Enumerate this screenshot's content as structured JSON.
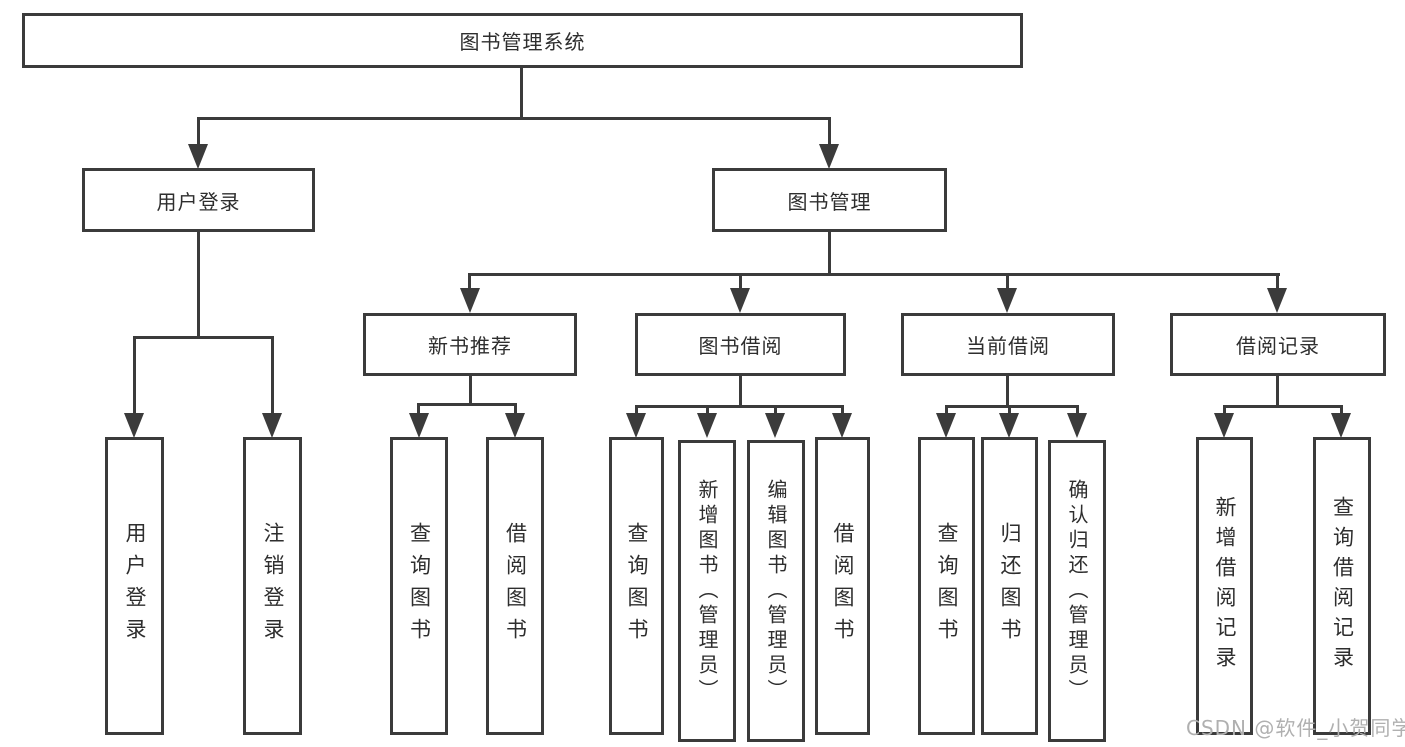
{
  "title": "图书管理系统",
  "level2": [
    {
      "label": "用户登录"
    },
    {
      "label": "图书管理"
    }
  ],
  "level3": [
    {
      "label": "新书推荐"
    },
    {
      "label": "图书借阅"
    },
    {
      "label": "当前借阅"
    },
    {
      "label": "借阅记录"
    }
  ],
  "leaves": {
    "user": [
      "用户登录",
      "注销登录"
    ],
    "recommend": [
      "查询图书",
      "借阅图书"
    ],
    "borrow": [
      "查询图书",
      "新增图书（管理员）",
      "编辑图书（管理员）",
      "借阅图书"
    ],
    "current": [
      "查询图书",
      "归还图书",
      "确认归还（管理员）"
    ],
    "records": [
      "新增借阅记录",
      "查询借阅记录"
    ]
  },
  "watermark": "CSDN @软件_小贺同学",
  "colors": {
    "line": "#3b3b3b",
    "text": "#2e2e2e",
    "background": "#ffffff",
    "watermark": "#b0b0b0"
  }
}
